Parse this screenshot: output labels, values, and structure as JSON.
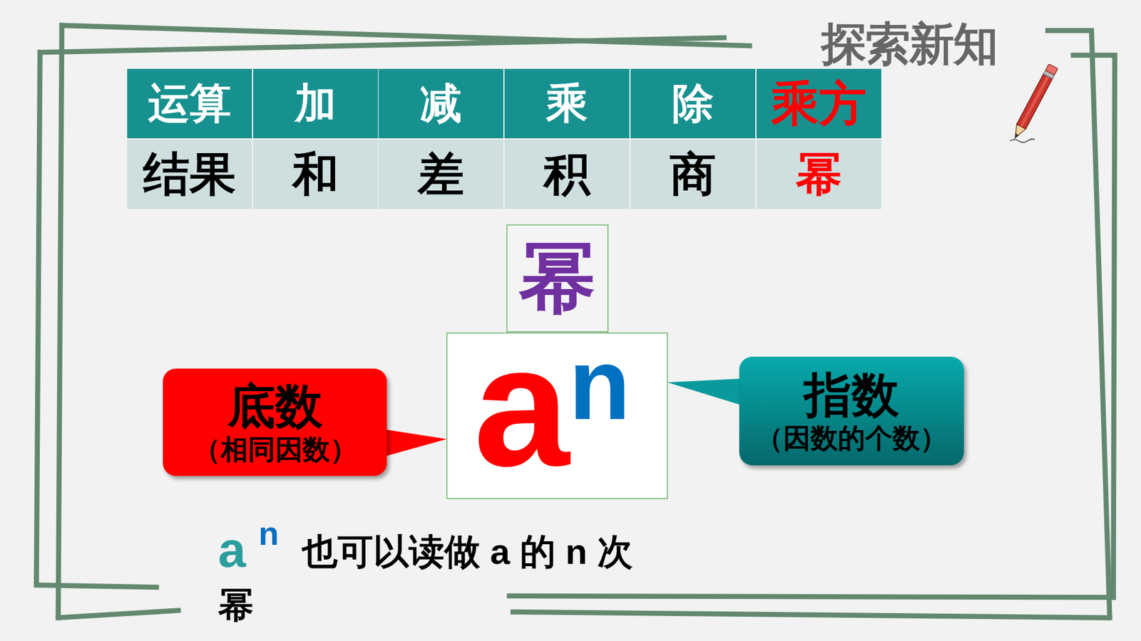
{
  "diagram": {
    "title": "探索新知",
    "nodes": [
      {
        "text": [
          "幂"
        ]
      },
      {
        "text": [
          "a",
          "n"
        ]
      },
      {
        "text": [
          "底数",
          "（相同因数）"
        ]
      },
      {
        "text": [
          "指数",
          "（因数的个数）"
        ]
      }
    ],
    "edges": [
      {
        "from": 2,
        "to": 1,
        "arrow": "none"
      },
      {
        "from": 3,
        "to": 1,
        "arrow": "none"
      }
    ],
    "labels": [
      "运算",
      "加",
      "减",
      "乘",
      "除",
      "乘方",
      "结果",
      "和",
      "差",
      "积",
      "商",
      "幂",
      "a",
      "n",
      "也可以读做 a 的 n 次幂"
    ]
  }
}
